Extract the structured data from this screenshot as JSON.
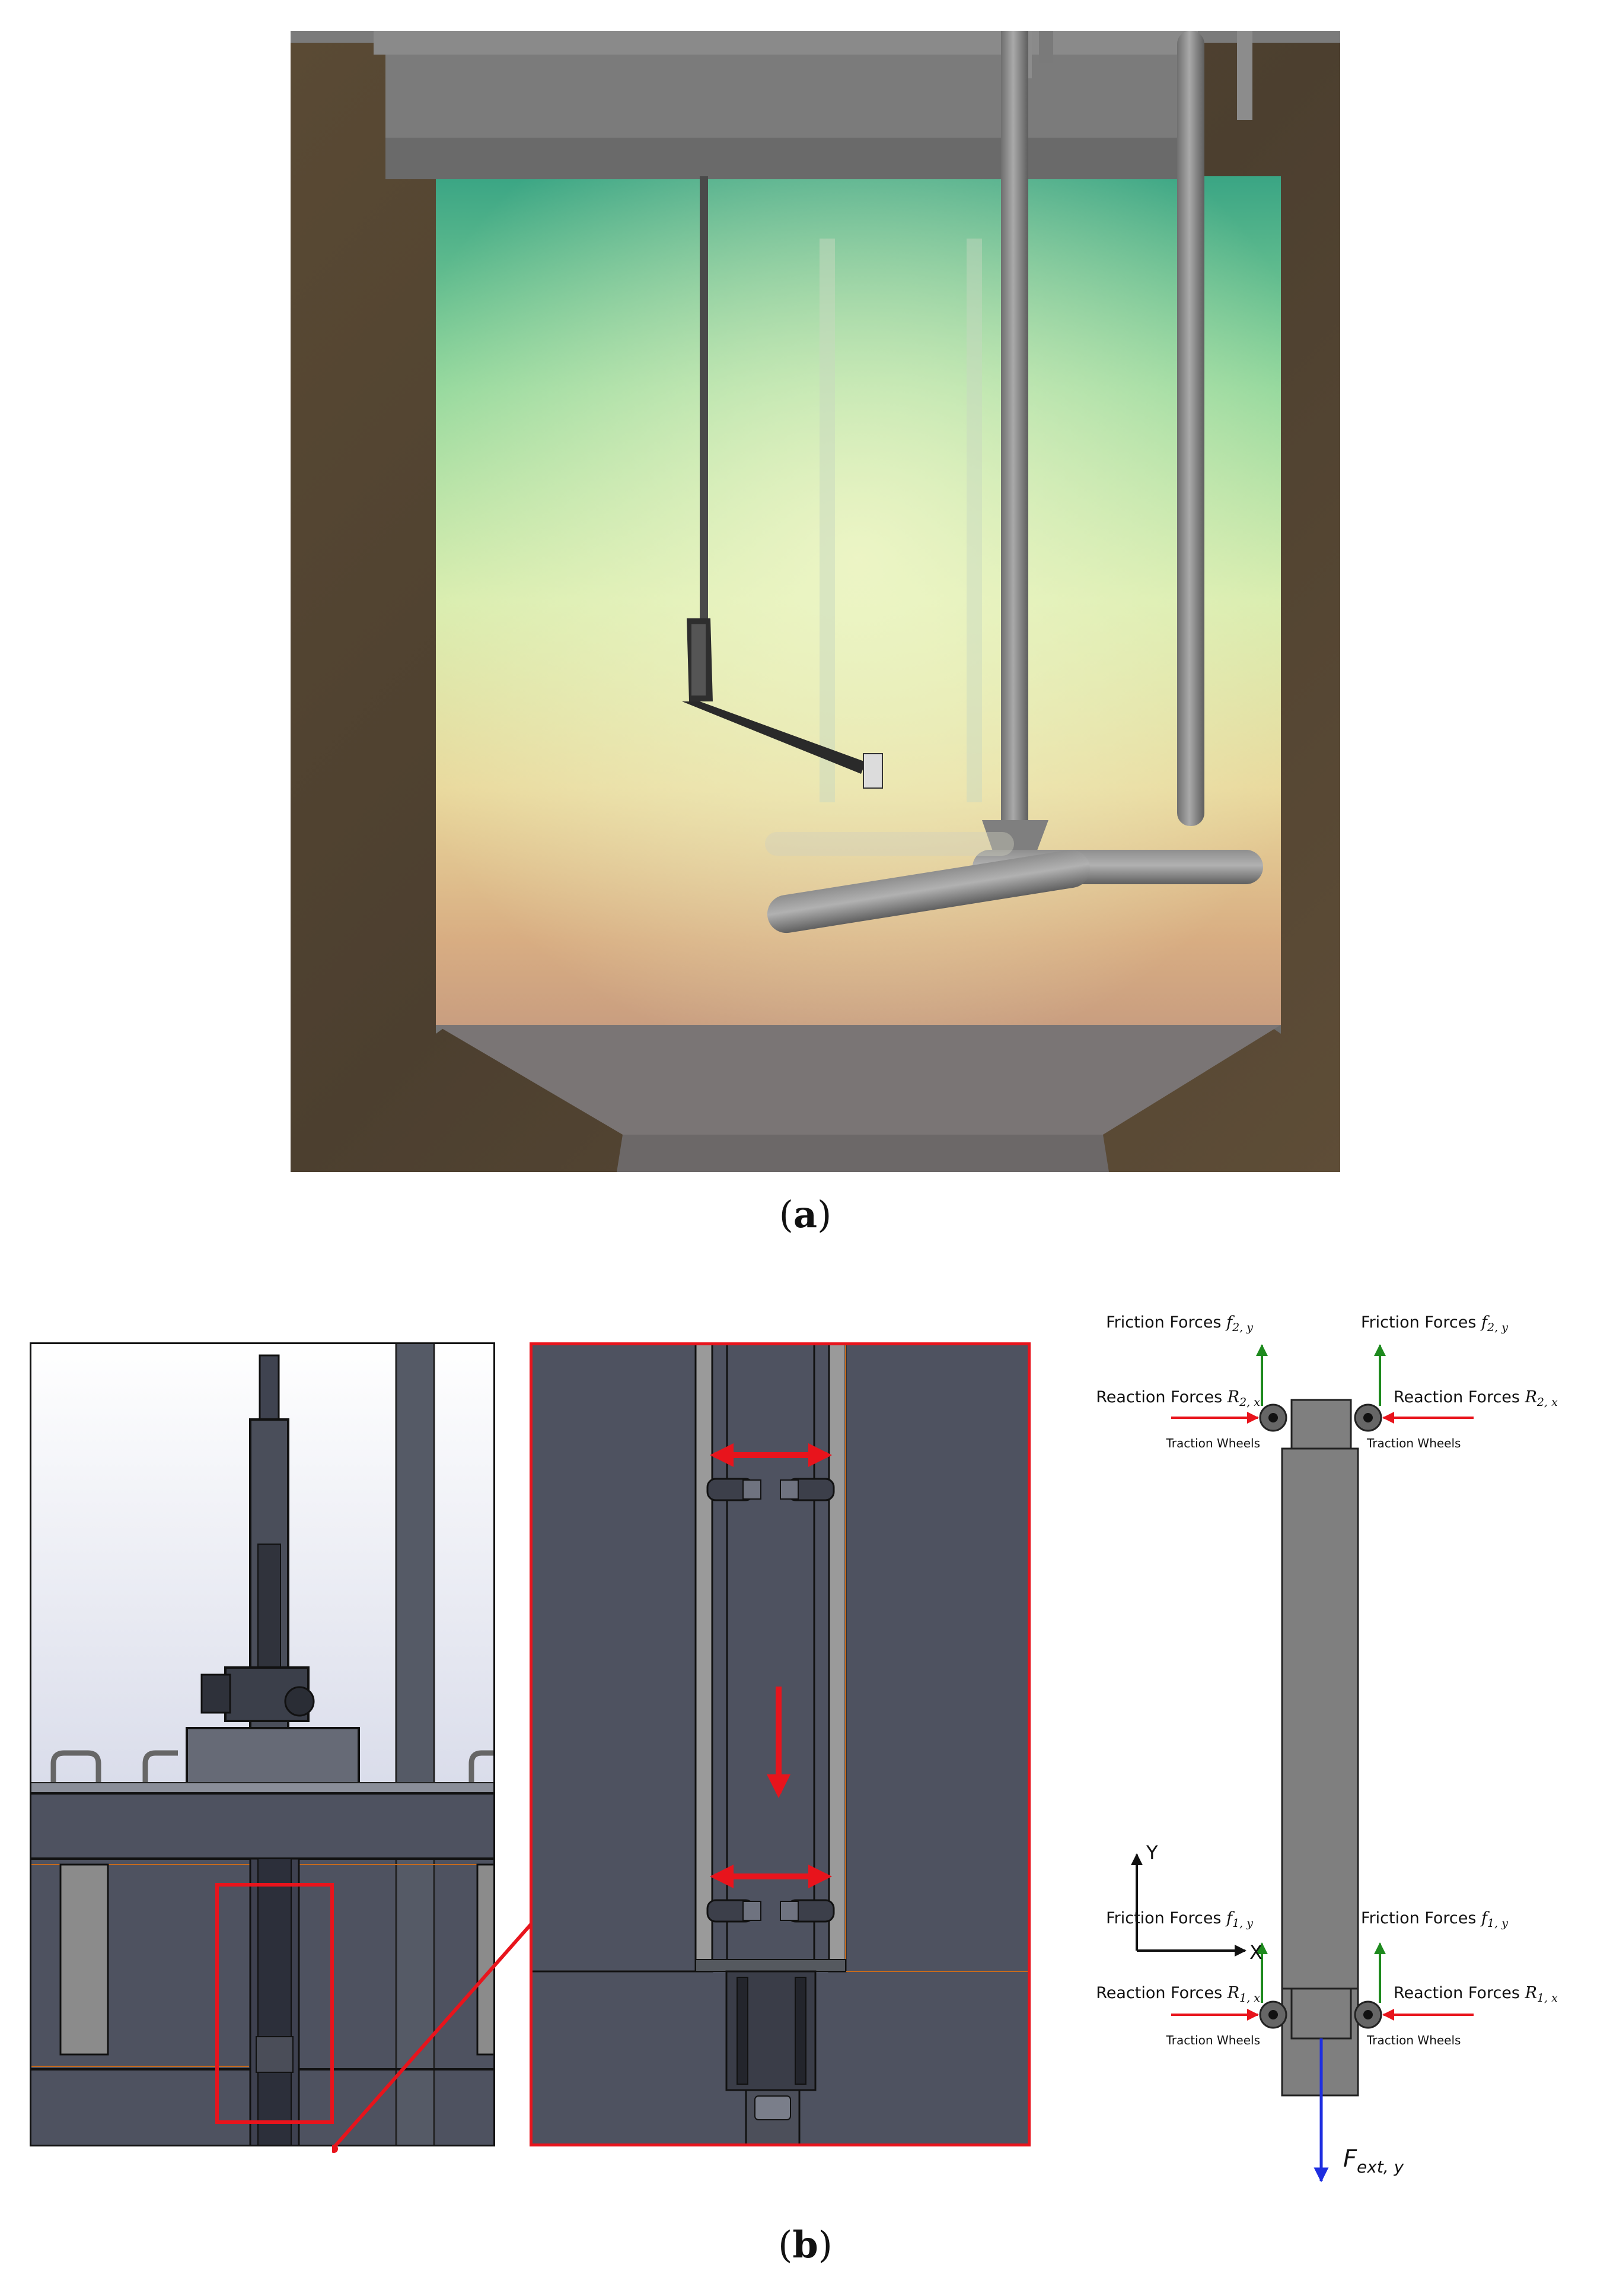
{
  "captions": {
    "a": "a",
    "b": "b"
  },
  "fbd": {
    "friction_label": "Friction Forces",
    "reaction_label": "Reaction Forces",
    "wheels_label": "Traction Wheels",
    "f2": {
      "sym": "f",
      "sub": "2, y"
    },
    "f1": {
      "sym": "f",
      "sub": "1, y"
    },
    "r2": {
      "sym": "R",
      "sub": "2, x"
    },
    "r1": {
      "sym": "R",
      "sub": "1, x"
    },
    "fext": {
      "sym": "F",
      "sub": "ext, y"
    },
    "axis_y": "Y",
    "axis_x": "X"
  },
  "colors": {
    "friction": "#1e8a1e",
    "reaction": "#e8141c",
    "external": "#1e2ee0",
    "highlight": "#e8141c",
    "panel_bg": "#4e5260",
    "body_gray": "#7f7f7f"
  }
}
